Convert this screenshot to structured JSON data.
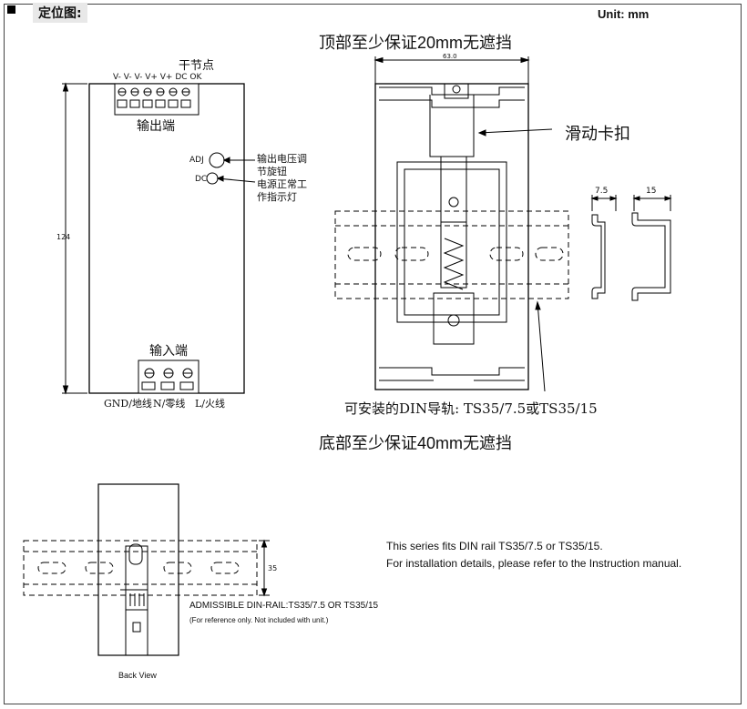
{
  "header": {
    "title": "定位图:",
    "unit": "Unit: mm"
  },
  "top_clearance": {
    "label": "顶部至少保证",
    "value": "20mm",
    "suffix": "无遮挡"
  },
  "bottom_clearance": {
    "label": "底部至少保证",
    "value": "40mm",
    "suffix": "无遮挡"
  },
  "front_view": {
    "dry_contact_label": "干节点",
    "terminal_labels": "V- V- V- V+ V+ DC OK",
    "output_label": "输出端",
    "adj_label": "ADJ",
    "adj_desc": [
      "输出电压调",
      "节旋钮"
    ],
    "dc_label": "DC",
    "dc_desc": [
      "电源正常工",
      "作指示灯"
    ],
    "height_dim": "124",
    "input_label": "输入端",
    "input_terminals": [
      "GND/地线",
      "N/零线",
      "L/火线"
    ]
  },
  "side_view": {
    "width_dim": "63.0",
    "slider_label": "滑动卡扣",
    "din_rail_text": "可安装的DIN导轨: TS35/7.5或TS35/15"
  },
  "rail_profiles": {
    "dims": [
      "7.5",
      "15"
    ]
  },
  "back_view": {
    "rail_height_dim": "35",
    "admissible": "ADMISSIBLE DIN-RAIL:TS35/7.5 OR TS35/15",
    "reference_note": "(For reference only. Not included with unit.)",
    "caption": "Back View"
  },
  "notes": {
    "line1": "This series fits DIN rail TS35/7.5 or TS35/15.",
    "line2": "For installation details, please refer to the Instruction manual."
  }
}
